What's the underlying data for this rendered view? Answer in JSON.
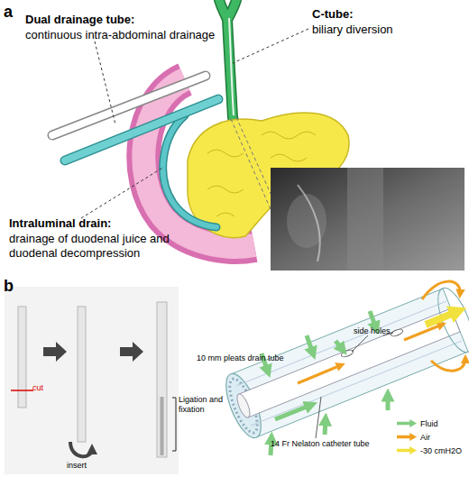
{
  "diagram": {
    "labels": [
      "a",
      "Dual drainage tube:",
      "continuous intra-abdominal drainage",
      "C-tube:",
      "biliary diversion",
      "Intraluminal drain:",
      "drainage of duodenal juice and duodenal decompression",
      "b",
      "cut",
      "insert",
      "Ligation and fixation",
      "10 mm pleats drain tube",
      "side holes",
      "14 Fr Nelaton catheter tube"
    ],
    "legend": [
      {
        "text": "Fluid",
        "color": "#80cc80"
      },
      {
        "text": "Air",
        "color": "#f0a020"
      },
      {
        "text": "-30 cmH2O",
        "color": "#f2e03c"
      }
    ]
  }
}
